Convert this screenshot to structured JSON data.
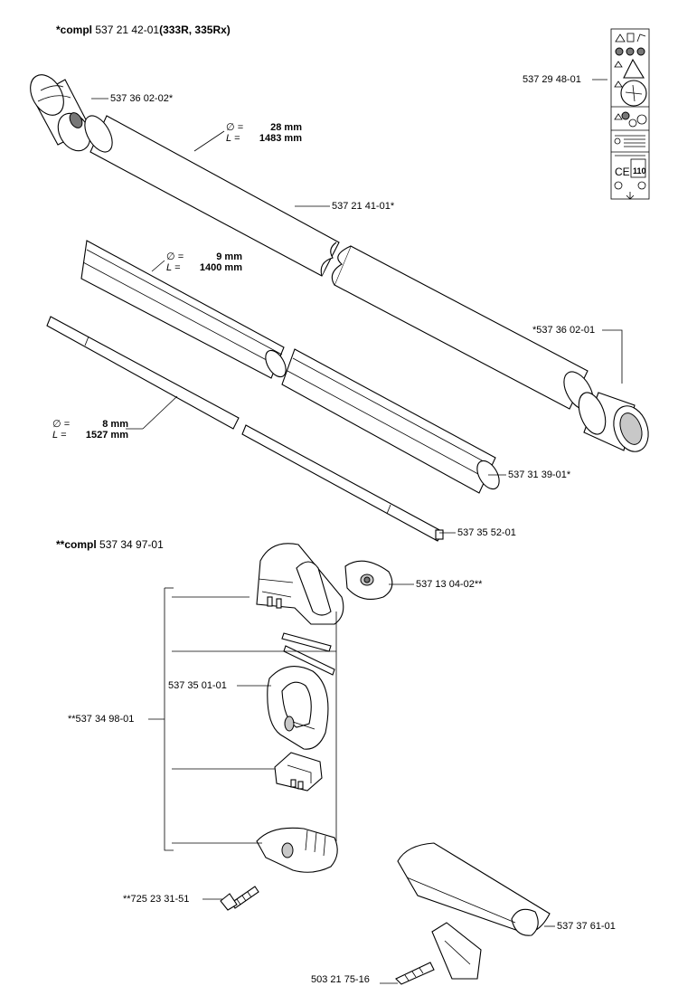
{
  "headers": {
    "compl_top_prefix": "*compl",
    "compl_top_number": " 537 21 42-01",
    "compl_top_models": "(333R, 335Rx)",
    "compl_bottom_prefix": "**compl",
    "compl_bottom_number": " 537 34 97-01"
  },
  "parts": {
    "end_cap_top": "537 36 02-02*",
    "tube": "537 21 41-01*",
    "end_cap_bottom": "*537 36 02-01",
    "liner": "537 31 39-01*",
    "shaft": "537 35 52-01",
    "decal": "537 29 48-01",
    "clamp_knob": "537 13 04-02**",
    "handle_loop": "537 35 01-01",
    "handle_assembly": "**537 34 98-01",
    "screw": "**725 23 31-51",
    "guard": "537 37 61-01",
    "bolt": "503 21 75-16"
  },
  "dimensions": {
    "tube": {
      "d_symbol": "∅ =",
      "d_value": "28 mm",
      "l_symbol": "L =",
      "l_value": "1483 mm"
    },
    "liner": {
      "d_symbol": "∅ =",
      "d_value": "9 mm",
      "l_symbol": "L =",
      "l_value": "1400 mm"
    },
    "shaft": {
      "d_symbol": "∅ =",
      "d_value": "8 mm",
      "l_symbol": "L =",
      "l_value": "1527 mm"
    }
  },
  "decal_text": {
    "ce_mark": "CE",
    "sound_level": "110"
  }
}
